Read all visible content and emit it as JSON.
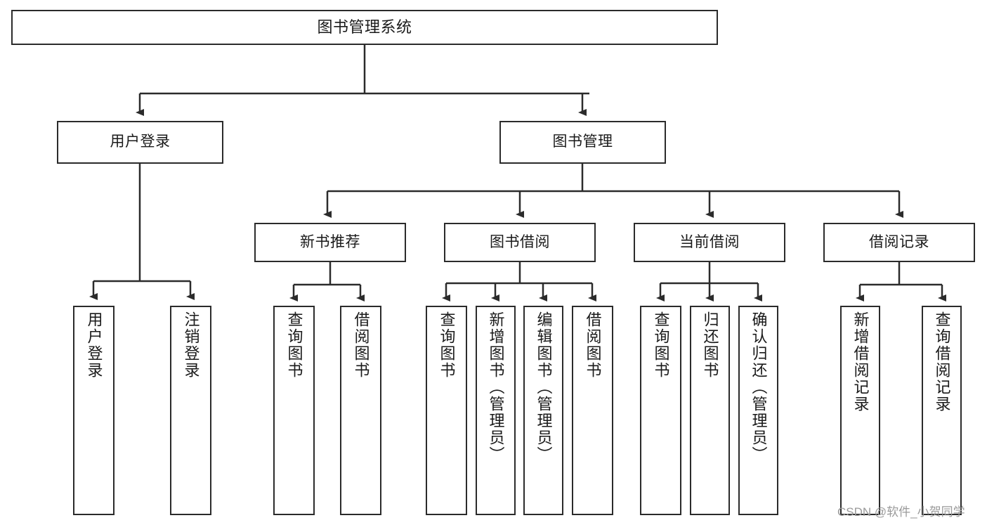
{
  "diagram": {
    "title": "图书管理系统",
    "type": "tree-structure-chart",
    "root": {
      "label": "图书管理系统"
    },
    "level1": [
      {
        "label": "用户登录"
      },
      {
        "label": "图书管理"
      }
    ],
    "level2": [
      {
        "label": "新书推荐"
      },
      {
        "label": "图书借阅"
      },
      {
        "label": "当前借阅"
      },
      {
        "label": "借阅记录"
      }
    ],
    "leaves": {
      "user_login": [
        {
          "label": "用户登录"
        },
        {
          "label": "注销登录"
        }
      ],
      "new_book_recommend": [
        {
          "label": "查询图书"
        },
        {
          "label": "借阅图书"
        }
      ],
      "book_borrow": [
        {
          "label": "查询图书"
        },
        {
          "label": "新增图书（管理员）"
        },
        {
          "label": "编辑图书（管理员）"
        },
        {
          "label": "借阅图书"
        }
      ],
      "current_borrow": [
        {
          "label": "查询图书"
        },
        {
          "label": "归还图书"
        },
        {
          "label": "确认归还（管理员）"
        }
      ],
      "borrow_record": [
        {
          "label": "新增借阅记录"
        },
        {
          "label": "查询借阅记录"
        }
      ]
    }
  },
  "watermark": {
    "text": "CSDN @软件_小贺同学"
  },
  "colors": {
    "stroke": "#2b2b2b",
    "fill": "#ffffff",
    "text": "#1a1a1a",
    "watermark": "#9a9a9a"
  }
}
